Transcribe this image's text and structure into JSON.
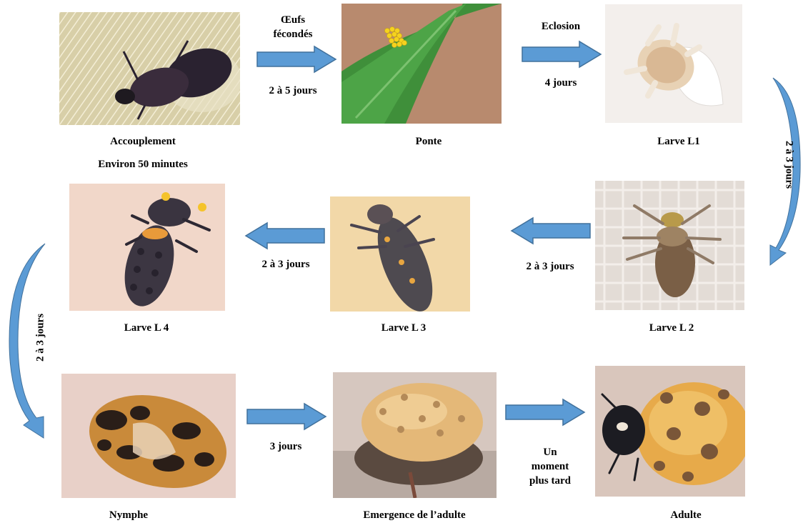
{
  "stages": {
    "accouplement": "Accouplement",
    "accouplement_sub": "Environ 50 minutes",
    "ponte": "Ponte",
    "larve_l1": "Larve L1",
    "larve_l2": "Larve L 2",
    "larve_l3": "Larve L 3",
    "larve_l4": "Larve L 4",
    "nymphe": "Nymphe",
    "emergence": "Emergence de l’adulte",
    "adulte": "Adulte"
  },
  "transitions": {
    "oeufs_line1": "Œufs",
    "oeufs_line2": "fécondés",
    "oeufs_duration": "2 à 5 jours",
    "eclosion": "Eclosion",
    "eclosion_duration": "4 jours",
    "l1_l2_duration": "2 à 3 jours",
    "l2_l3_duration": "2 à 3 jours",
    "l3_l4_duration": "2 à 3 jours",
    "l4_nymphe_duration": "2 à 3 jours",
    "nymphe_emergence_duration": "3 jours",
    "emergence_adulte_line1": "Un",
    "emergence_adulte_line2": "moment",
    "emergence_adulte_line3": "plus tard"
  },
  "colors": {
    "arrow_fill": "#5b9bd5",
    "arrow_stroke": "#41719c"
  }
}
